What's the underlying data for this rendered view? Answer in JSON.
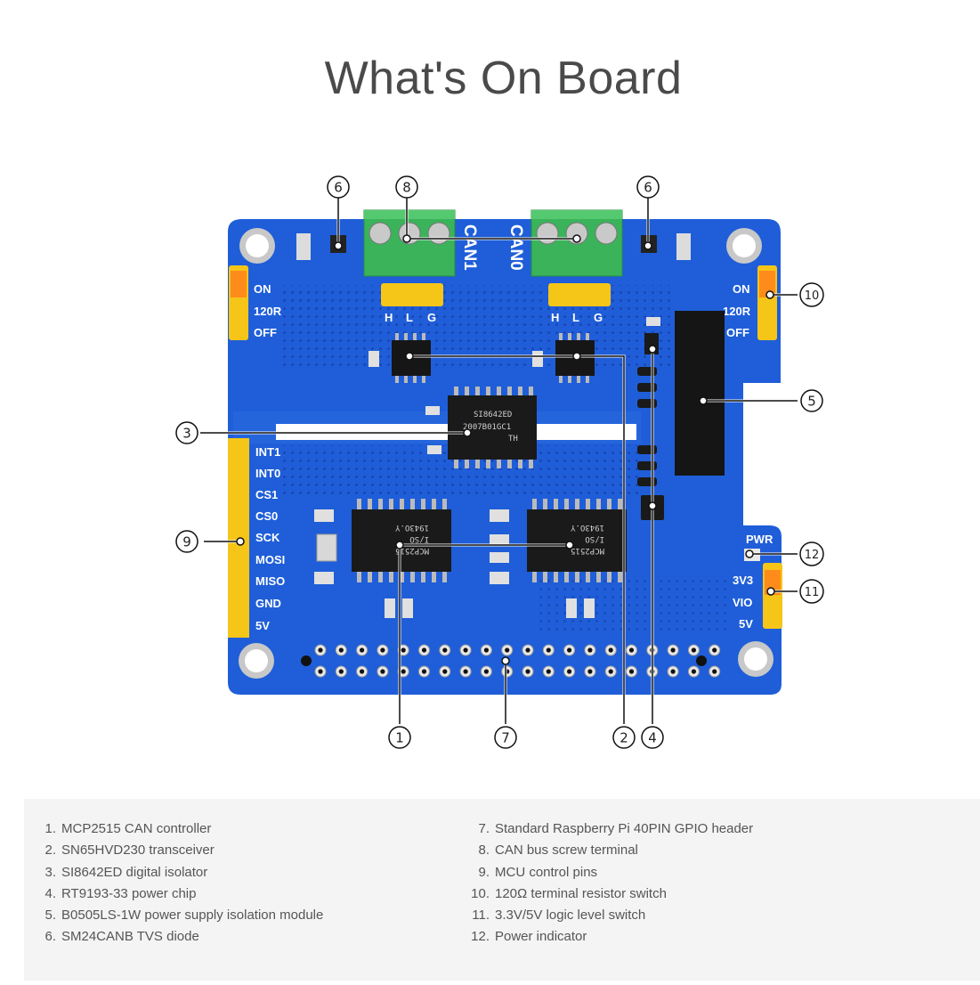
{
  "title": "What's On Board",
  "board": {
    "can1_label": "CAN1",
    "can0_label": "CAN0",
    "hlg": [
      "H",
      "L",
      "G"
    ],
    "left_jumper_labels": [
      "ON",
      "120R",
      "OFF"
    ],
    "right_jumper_labels": [
      "ON",
      "120R",
      "OFF"
    ],
    "mcu_pins": [
      "INT1",
      "INT0",
      "CS1",
      "CS0",
      "SCK",
      "MOSI",
      "MISO",
      "GND",
      "5V"
    ],
    "pwr_label": "PWR",
    "logic_labels": [
      "3V3",
      "VIO",
      "5V"
    ],
    "isolator_text": [
      "SI8642ED",
      "2007B01GC1",
      "TH"
    ],
    "mcp_text": [
      "MCP2515",
      "I/SO",
      "1943O.Y"
    ]
  },
  "callouts": [
    "1",
    "2",
    "3",
    "4",
    "5",
    "6",
    "6",
    "7",
    "8",
    "9",
    "10",
    "11",
    "12"
  ],
  "legend": {
    "left": [
      {
        "num": "1.",
        "text": "MCP2515 CAN controller"
      },
      {
        "num": "2.",
        "text": "SN65HVD230 transceiver"
      },
      {
        "num": "3.",
        "text": "SI8642ED digital isolator"
      },
      {
        "num": "4.",
        "text": "RT9193-33 power chip"
      },
      {
        "num": "5.",
        "text": "B0505LS-1W power supply isolation module"
      },
      {
        "num": "6.",
        "text": "SM24CANB TVS diode"
      }
    ],
    "right": [
      {
        "num": "7.",
        "text": "Standard Raspberry Pi 40PIN GPIO header"
      },
      {
        "num": "8.",
        "text": "CAN bus screw terminal"
      },
      {
        "num": "9.",
        "text": "MCU control pins"
      },
      {
        "num": "10.",
        "text": "120Ω terminal resistor switch"
      },
      {
        "num": "11.",
        "text": "3.3V/5V logic level switch"
      },
      {
        "num": "12.",
        "text": "Power indicator"
      }
    ]
  }
}
